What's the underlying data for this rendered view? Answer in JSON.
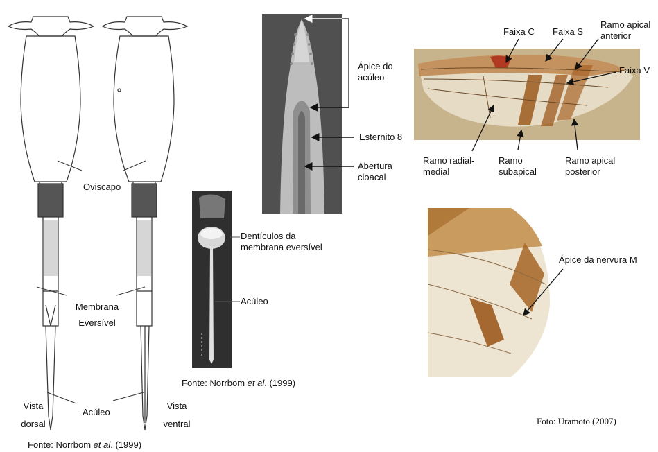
{
  "drawing": {
    "oviscapo": "Oviscapo",
    "membrana_line1": "Membrana",
    "membrana_line2": "Eversível",
    "aculeo": "Acúleo",
    "vista_dorsal_1": "Vista",
    "vista_dorsal_2": "dorsal",
    "vista_ventral_1": "Vista",
    "vista_ventral_2": "ventral",
    "source_prefix": "Fonte: Norrbom ",
    "source_etal": "et al",
    "source_suffix": ". (1999)"
  },
  "sem_tip": {
    "apice_1": "Ápice do",
    "apice_2": "acúleo",
    "esternito": "Esternito 8",
    "abertura_1": "Abertura",
    "abertura_2": "cloacal"
  },
  "sem_aculeus": {
    "denticulos_1": "Dentículos da",
    "denticulos_2": "membrana eversível",
    "aculeo": "Acúleo",
    "source_prefix": "Fonte: Norrbom ",
    "source_etal": "et al",
    "source_suffix": ". (1999)"
  },
  "wing": {
    "faixa_c": "Faixa C",
    "faixa_s": "Faixa S",
    "ramo_apical_ant_1": "Ramo apical",
    "ramo_apical_ant_2": "anterior",
    "faixa_v": "Faixa V",
    "radial_1": "Ramo radial-",
    "radial_2": "medial",
    "subapical_1": "Ramo",
    "subapical_2": "subapical",
    "apical_post_1": "Ramo apical",
    "apical_post_2": "posterior"
  },
  "wing_detail": {
    "apice_nervura": "Ápice da nervura M",
    "photo_credit": "Foto: Uramoto (2007)"
  },
  "colors": {
    "wing_bg": "#c9b48a",
    "wing_band": "#9c5a1e",
    "sem_bg": "#4a4a4a"
  }
}
